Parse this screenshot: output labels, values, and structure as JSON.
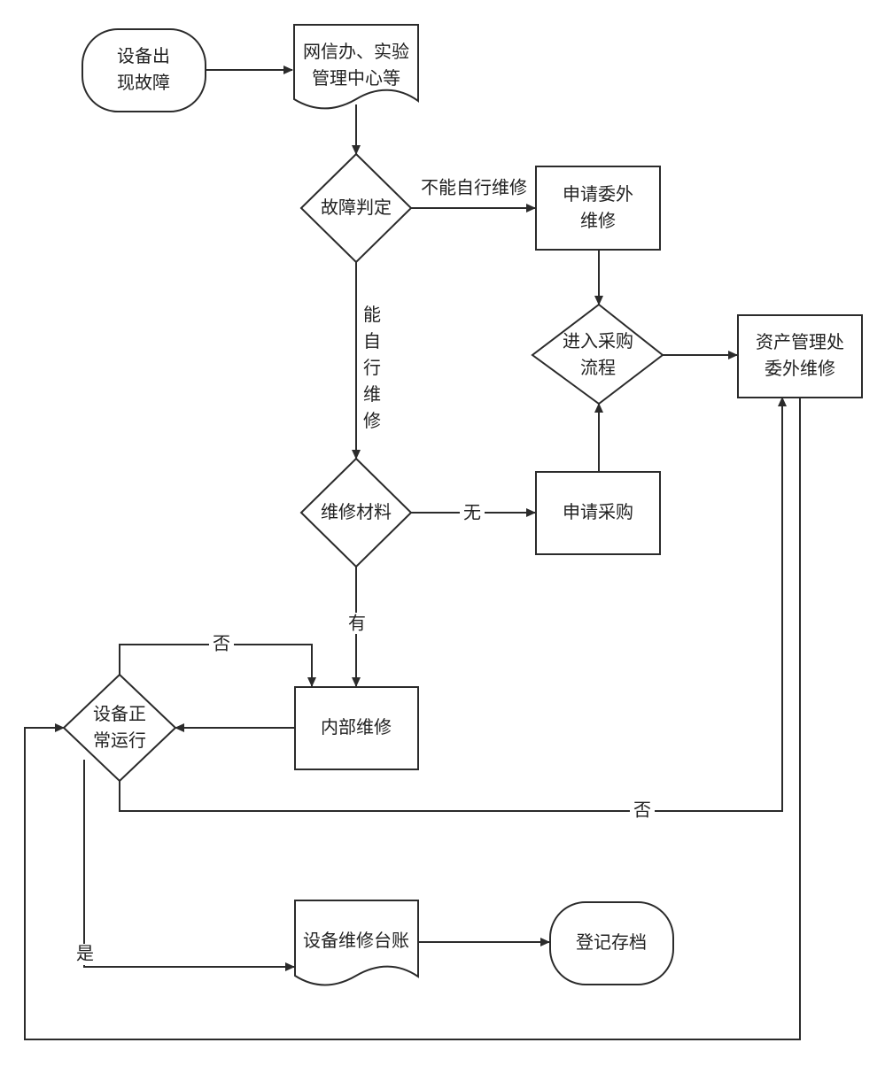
{
  "nodes": {
    "fault": {
      "lines": [
        "设备出",
        "现故障"
      ]
    },
    "report": {
      "lines": [
        "网信办、实验",
        "管理中心等"
      ]
    },
    "judge": {
      "lines": [
        "故障判定"
      ]
    },
    "outsource_apply": {
      "lines": [
        "申请委外",
        "维修"
      ]
    },
    "procure_flow": {
      "lines": [
        "进入采购",
        "流程"
      ]
    },
    "asset_office": {
      "lines": [
        "资产管理处",
        "委外维修"
      ]
    },
    "materials": {
      "lines": [
        "维修材料"
      ]
    },
    "purchase_apply": {
      "lines": [
        "申请采购"
      ]
    },
    "internal_repair": {
      "lines": [
        "内部维修"
      ]
    },
    "running_check": {
      "lines": [
        "设备正",
        "常运行"
      ]
    },
    "ledger": {
      "lines": [
        "设备维修台账"
      ]
    },
    "archive": {
      "lines": [
        "登记存档"
      ]
    }
  },
  "edge_labels": {
    "cannot_self_repair": "不能自行维修",
    "can_self_repair": "能自行维修",
    "none": "无",
    "have": "有",
    "no_top": "否",
    "no_bottom": "否",
    "yes": "是"
  },
  "colors": {
    "stroke": "#2b2b2b",
    "fill": "#ffffff",
    "text": "#222222"
  }
}
